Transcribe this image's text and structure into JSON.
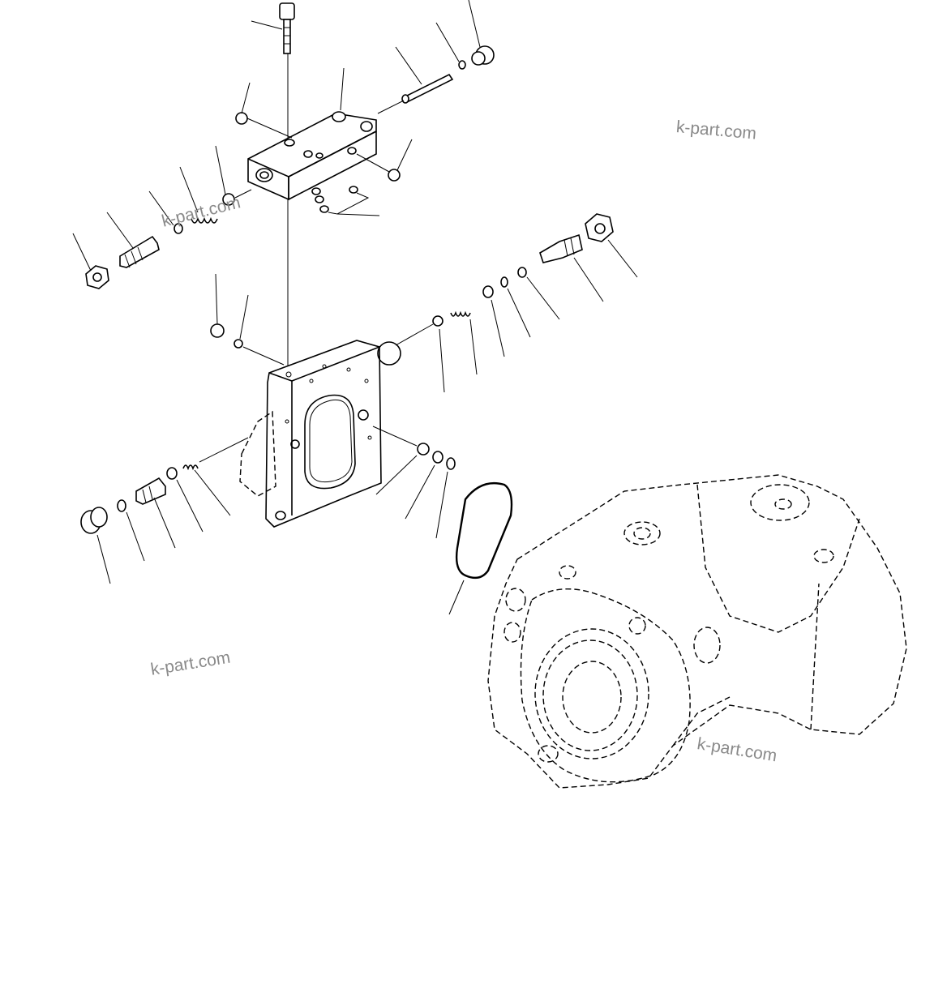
{
  "watermarks": [
    "k-part.com",
    "k-part.com",
    "k-part.com",
    "k-part.com"
  ],
  "drawing": {
    "type": "exploded-parts-diagram",
    "colors": {
      "line": "#000000",
      "watermark": "#8a8a8a",
      "background": "#ffffff"
    }
  }
}
